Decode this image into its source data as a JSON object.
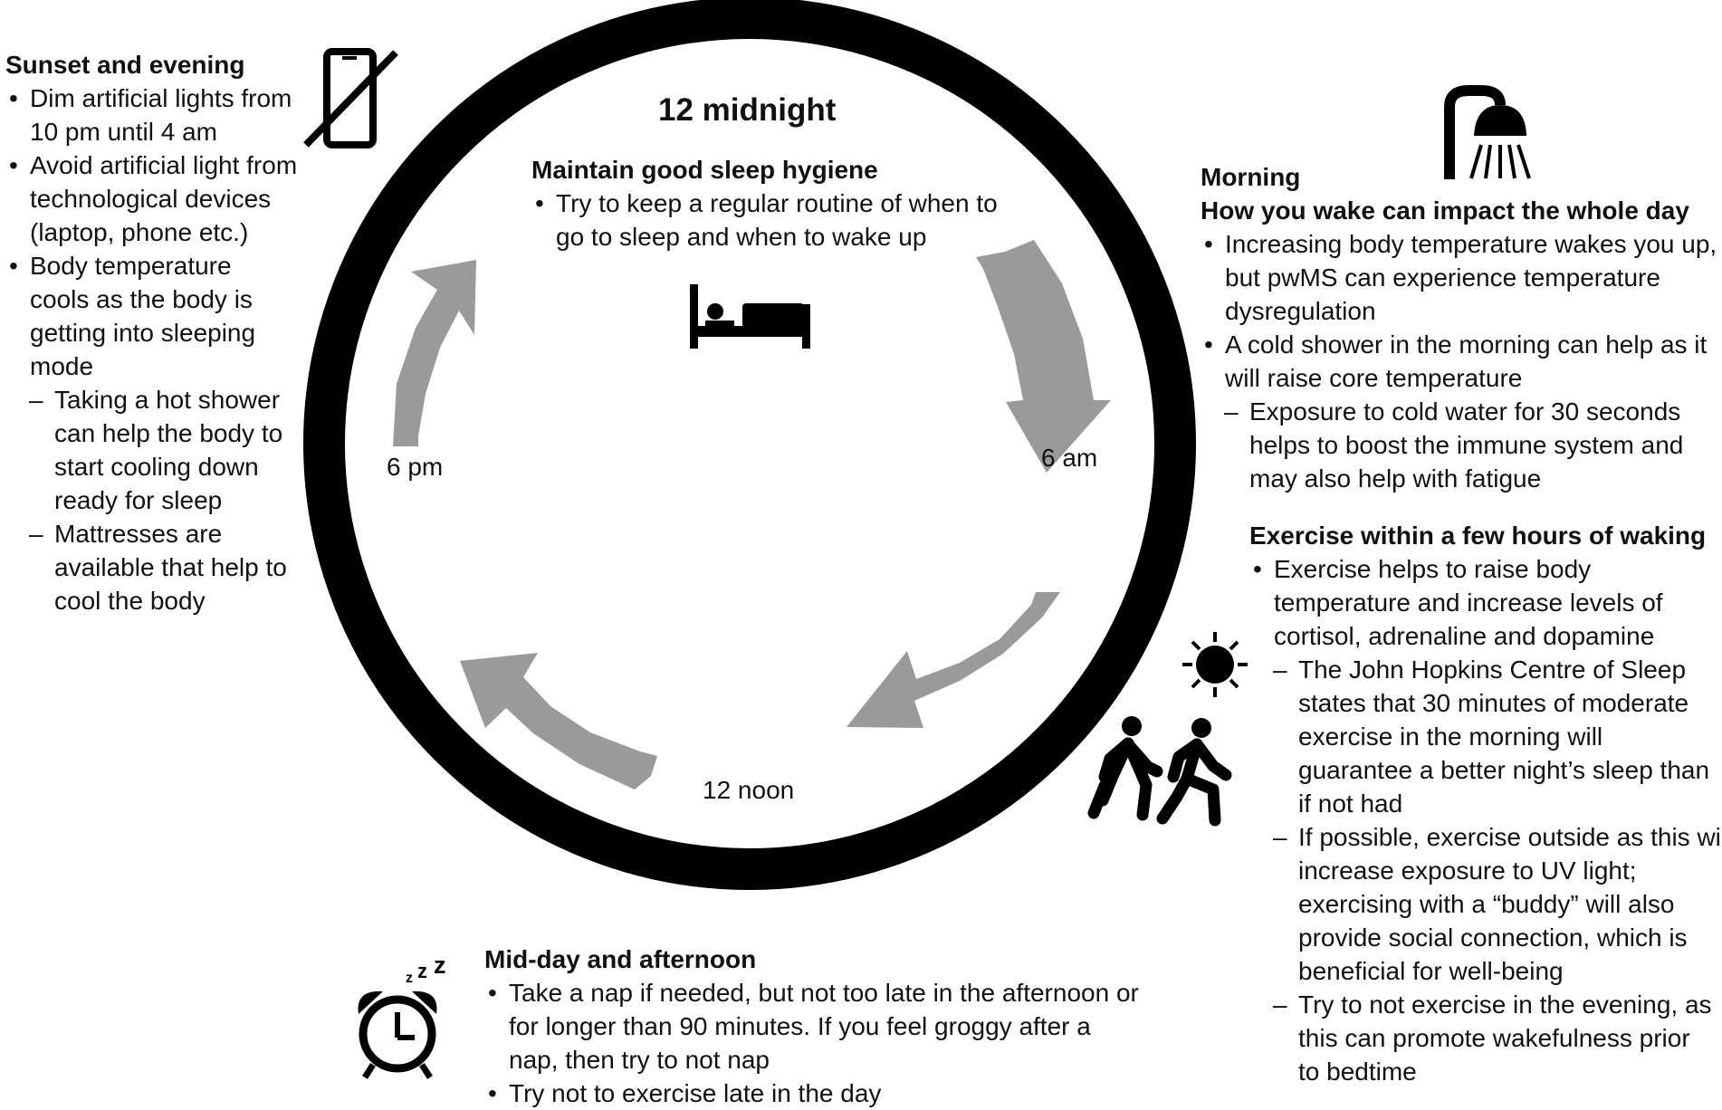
{
  "clock": {
    "top_label": "12 midnight",
    "right_label": "6 am",
    "bottom_label": "12 noon",
    "left_label": "6 pm"
  },
  "icons": {
    "no_phone": "no-phone-icon",
    "bed": "bed-icon",
    "shower": "shower-icon",
    "sun": "sun-icon",
    "walking": "walking-people-icon",
    "alarm": "alarm-clock-icon"
  },
  "colors": {
    "ring": "#000000",
    "arrow": "#9a9a9a",
    "text": "#111111"
  },
  "sections": {
    "sleep": {
      "heading": "Maintain good sleep hygiene",
      "bullets": [
        "Try to keep a regular routine of when to go to sleep and when to wake up"
      ]
    },
    "evening": {
      "heading": "Sunset and evening",
      "bullets": [
        "Dim artificial lights from 10 pm until 4 am",
        "Avoid artificial light from technological devices (laptop, phone etc.)",
        "Body temperature cools as the body is getting into sleeping mode"
      ],
      "sub_bullets": [
        "Taking a hot shower can help the body to start cooling down ready for sleep",
        "Mattresses are available that help to cool the body"
      ]
    },
    "morning": {
      "heading": "Morning",
      "subheading": "How you wake can impact the whole day",
      "bullets": [
        "Increasing body temperature wakes you up, but pwMS can experience temperature dysregulation",
        "A cold shower in the morning can help as it will raise core temperature"
      ],
      "sub_bullets": [
        "Exposure to cold water for 30 seconds helps to boost the immune system and may also help with fatigue"
      ]
    },
    "exercise": {
      "heading": "Exercise within a few hours of waking",
      "bullets": [
        "Exercise helps to raise body temperature and increase levels of cortisol, adrenaline and dopamine"
      ],
      "sub_bullets": [
        "The John Hopkins Centre of Sleep states that 30 minutes of moderate exercise in the morning will guarantee a better night’s sleep than if not had",
        "If possible, exercise outside as this will increase exposure to UV light; exercising with a “buddy” will also provide social connection, which is beneficial for well-being",
        "Try to not exercise in the evening, as this can promote wakefulness prior to bedtime"
      ]
    },
    "midday": {
      "heading": "Mid-day and afternoon",
      "bullets": [
        "Take a nap if needed, but not too late in the afternoon or for longer than 90 minutes. If you feel groggy after a nap, then try to not nap",
        "Try not to exercise late in the day"
      ]
    }
  }
}
